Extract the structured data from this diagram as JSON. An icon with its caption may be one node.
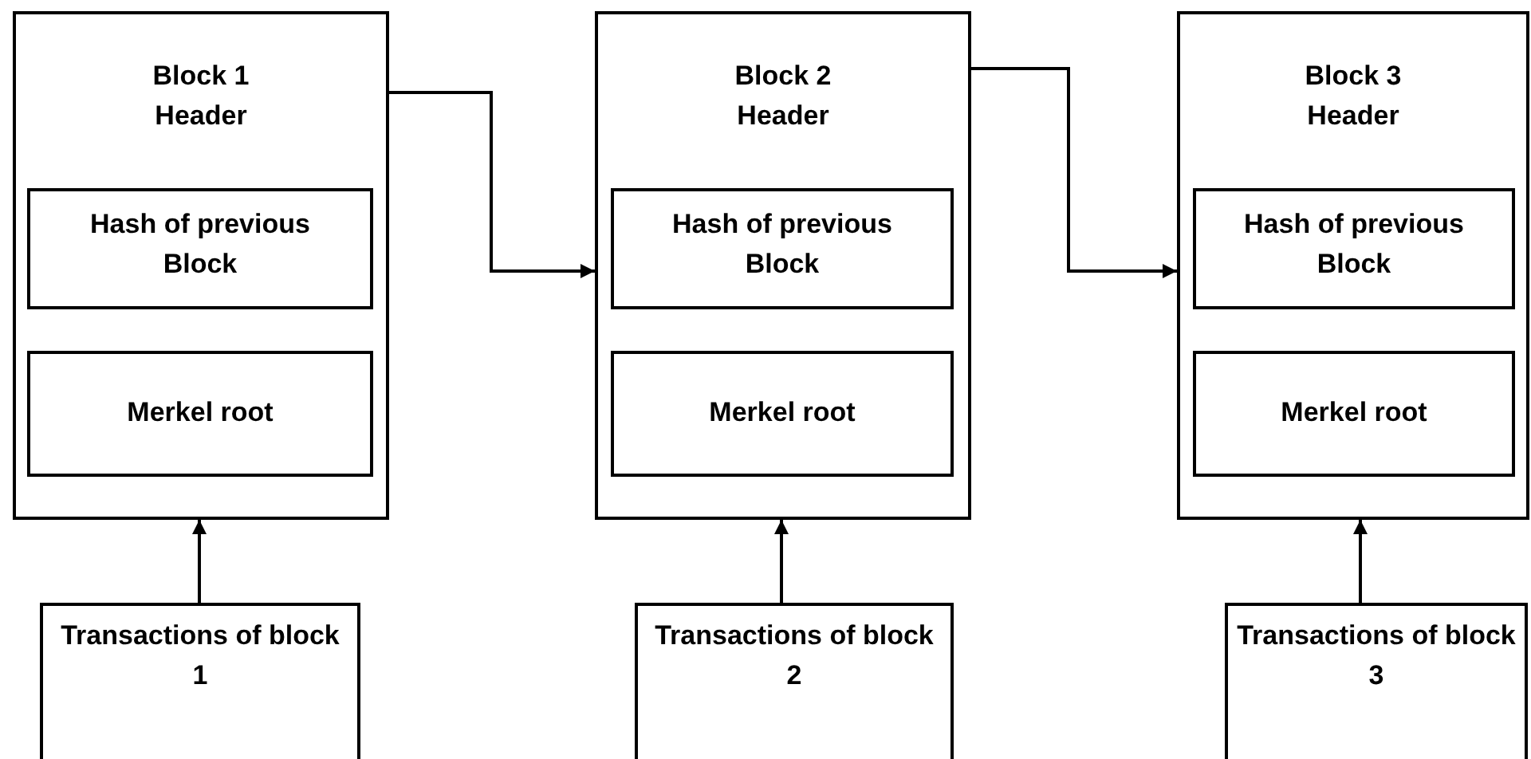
{
  "diagram": {
    "nodes": [
      {
        "text": [
          "Block 1 Header"
        ]
      },
      {
        "text": [
          "Hash of previous Block"
        ],
        "in": 0
      },
      {
        "text": [
          "Merkel root"
        ],
        "in": 0
      },
      {
        "text": [
          "Block 2 Header"
        ]
      },
      {
        "text": [
          "Hash of previous Block"
        ],
        "in": 3
      },
      {
        "text": [
          "Merkel root"
        ],
        "in": 3
      },
      {
        "text": [
          "Block 3 Header"
        ]
      },
      {
        "text": [
          "Hash of previous Block"
        ],
        "in": 6
      },
      {
        "text": [
          "Merkel root"
        ],
        "in": 6
      },
      {
        "text": [
          "Transactions of block 1"
        ]
      },
      {
        "text": [
          "Transactions of block 2"
        ]
      },
      {
        "text": [
          "Transactions of block 3"
        ]
      }
    ],
    "edges": [
      {
        "from": 0,
        "to": 3,
        "arrow": "to"
      },
      {
        "from": 3,
        "to": 6,
        "arrow": "to"
      },
      {
        "from": 9,
        "to": 0,
        "arrow": "to"
      },
      {
        "from": 10,
        "to": 3,
        "arrow": "to"
      },
      {
        "from": 11,
        "to": 6,
        "arrow": "to"
      }
    ]
  }
}
